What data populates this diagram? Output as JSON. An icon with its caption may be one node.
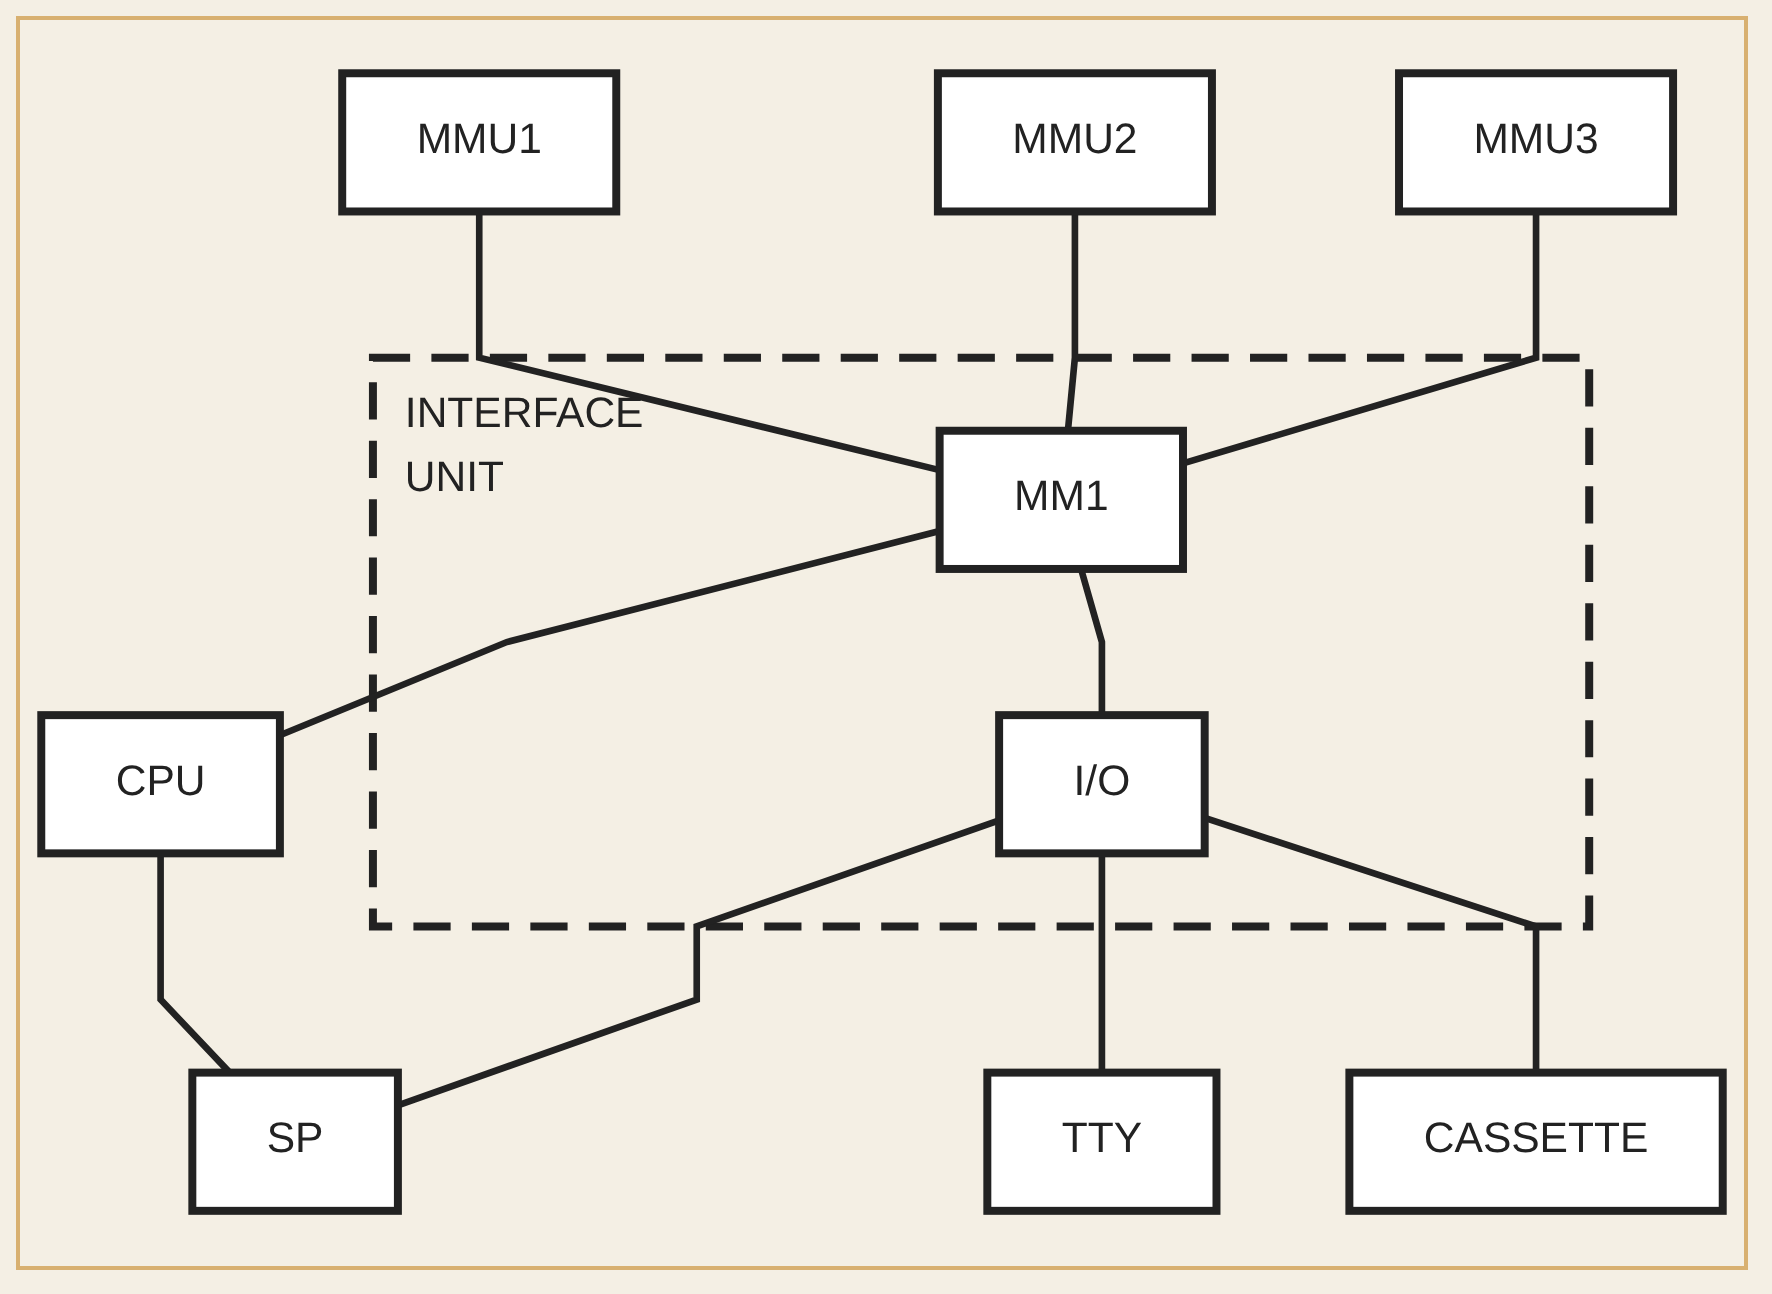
{
  "diagram": {
    "nodes": [
      {
        "text": [
          "MMU1"
        ]
      },
      {
        "text": [
          "MMU2"
        ]
      },
      {
        "text": [
          "MMU3"
        ]
      },
      {
        "text": [
          "INTERFACE UNIT"
        ]
      },
      {
        "text": [
          "MM1"
        ],
        "in": 3
      },
      {
        "text": [
          "I/O"
        ],
        "in": 3
      },
      {
        "text": [
          "CPU"
        ]
      },
      {
        "text": [
          "SP"
        ]
      },
      {
        "text": [
          "TTY"
        ]
      },
      {
        "text": [
          "CASSETTE"
        ]
      }
    ],
    "edges": [
      {
        "from": 0,
        "to": 4,
        "arrow": "none"
      },
      {
        "from": 1,
        "to": 4,
        "arrow": "none"
      },
      {
        "from": 2,
        "to": 4,
        "arrow": "none"
      },
      {
        "from": 4,
        "to": 5,
        "arrow": "none"
      },
      {
        "from": 4,
        "to": 6,
        "arrow": "none"
      },
      {
        "from": 6,
        "to": 7,
        "arrow": "none"
      },
      {
        "from": 5,
        "to": 7,
        "arrow": "none"
      },
      {
        "from": 5,
        "to": 8,
        "arrow": "none"
      },
      {
        "from": 5,
        "to": 9,
        "arrow": "none"
      }
    ]
  }
}
